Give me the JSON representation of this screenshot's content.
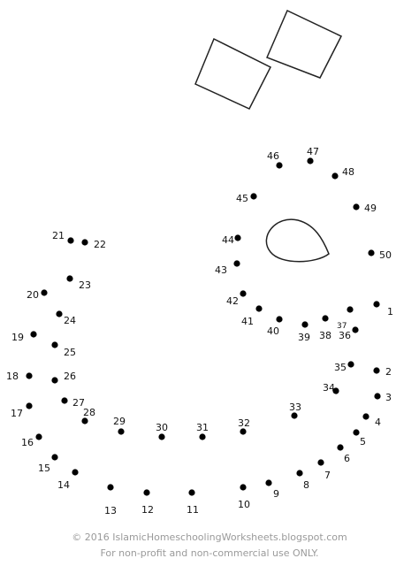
{
  "worksheet": {
    "footer_line_1": "© 2016 IslamicHomeschoolingWorksheets.blogspot.com",
    "footer_line_2": "For non-profit and non-commercial use ONLY.",
    "colors": {
      "dot": "#000000",
      "ink": "#222222",
      "footer": "#9a9a9a"
    },
    "dots": [
      {
        "n": "1"
      },
      {
        "n": "2"
      },
      {
        "n": "3"
      },
      {
        "n": "4"
      },
      {
        "n": "5"
      },
      {
        "n": "6"
      },
      {
        "n": "7"
      },
      {
        "n": "8"
      },
      {
        "n": "9"
      },
      {
        "n": "10"
      },
      {
        "n": "11"
      },
      {
        "n": "12"
      },
      {
        "n": "13"
      },
      {
        "n": "14"
      },
      {
        "n": "15"
      },
      {
        "n": "16"
      },
      {
        "n": "17"
      },
      {
        "n": "18"
      },
      {
        "n": "19"
      },
      {
        "n": "20"
      },
      {
        "n": "21"
      },
      {
        "n": "22"
      },
      {
        "n": "23"
      },
      {
        "n": "24"
      },
      {
        "n": "25"
      },
      {
        "n": "26"
      },
      {
        "n": "27"
      },
      {
        "n": "28"
      },
      {
        "n": "29"
      },
      {
        "n": "30"
      },
      {
        "n": "31"
      },
      {
        "n": "32"
      },
      {
        "n": "33"
      },
      {
        "n": "34"
      },
      {
        "n": "35"
      },
      {
        "n": "36"
      },
      {
        "n": "37"
      },
      {
        "n": "38"
      },
      {
        "n": "39"
      },
      {
        "n": "40"
      },
      {
        "n": "41"
      },
      {
        "n": "42"
      },
      {
        "n": "43"
      },
      {
        "n": "44"
      },
      {
        "n": "45"
      },
      {
        "n": "46"
      },
      {
        "n": "47"
      },
      {
        "n": "48"
      },
      {
        "n": "49"
      },
      {
        "n": "50"
      }
    ]
  }
}
